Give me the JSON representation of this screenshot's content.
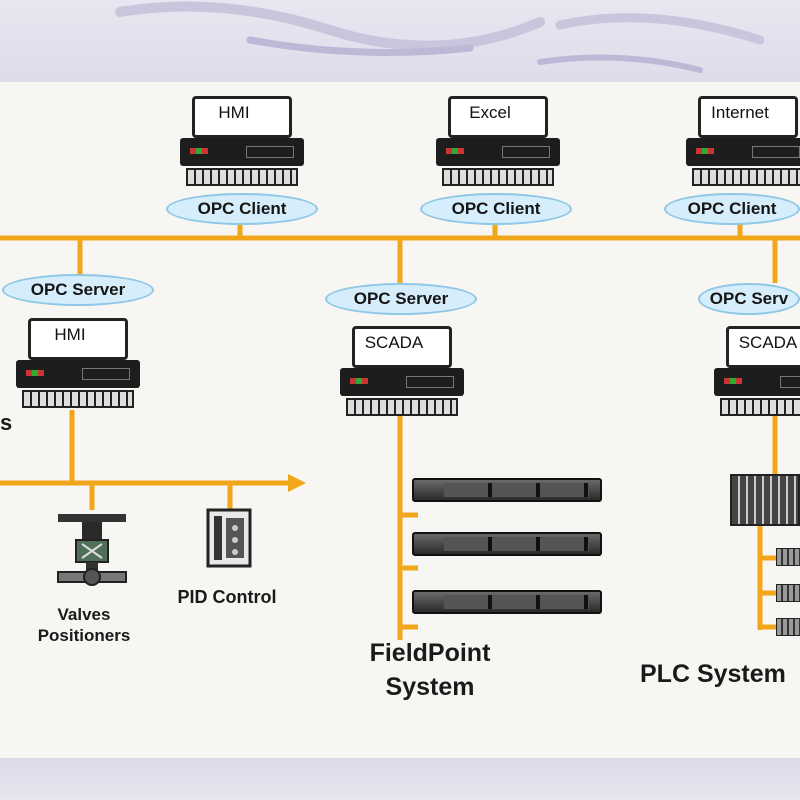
{
  "clients": [
    {
      "screen": "HMI",
      "role": "OPC Client"
    },
    {
      "screen": "Excel",
      "role": "OPC Client"
    },
    {
      "screen": "Internet",
      "role": "OPC Client"
    }
  ],
  "servers": [
    {
      "screen": "HMI",
      "role": "OPC Server"
    },
    {
      "screen": "SCADA",
      "role": "OPC Server"
    },
    {
      "screen": "SCADA",
      "role": "OPC Serv"
    }
  ],
  "left_edge_text": "s",
  "devices": {
    "valves": "Valves\nPositioners",
    "pid": "PID Control"
  },
  "systems": {
    "fieldpoint": "FieldPoint\nSystem",
    "plc": "PLC System"
  },
  "colors": {
    "bus": "#f2a71b",
    "ellipse_fill": "#d6eefb",
    "ellipse_border": "#8fc7e6",
    "panel": "#f7f6f3"
  }
}
